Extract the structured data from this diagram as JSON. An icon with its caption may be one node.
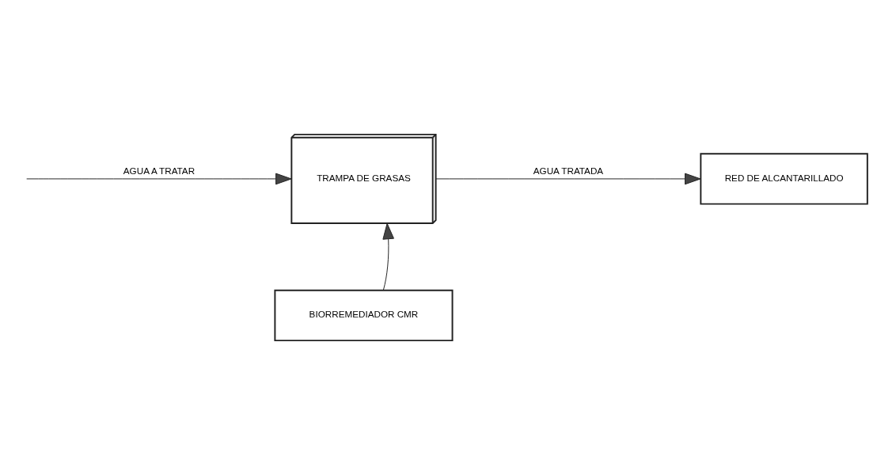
{
  "diagram": {
    "nodes": [
      {
        "text": [
          "TRAMPA DE GRASAS"
        ]
      },
      {
        "text": [
          "RED DE ALCANTARILLADO"
        ]
      },
      {
        "text": [
          "BIORREMEDIADOR CMR"
        ]
      }
    ],
    "edges": [
      {
        "from": null,
        "to": 0,
        "arrow": "to",
        "label": "AGUA A TRATAR"
      },
      {
        "from": 0,
        "to": 1,
        "arrow": "to",
        "label": "AGUA TRATADA"
      },
      {
        "from": 2,
        "to": 0,
        "arrow": "to"
      }
    ]
  }
}
